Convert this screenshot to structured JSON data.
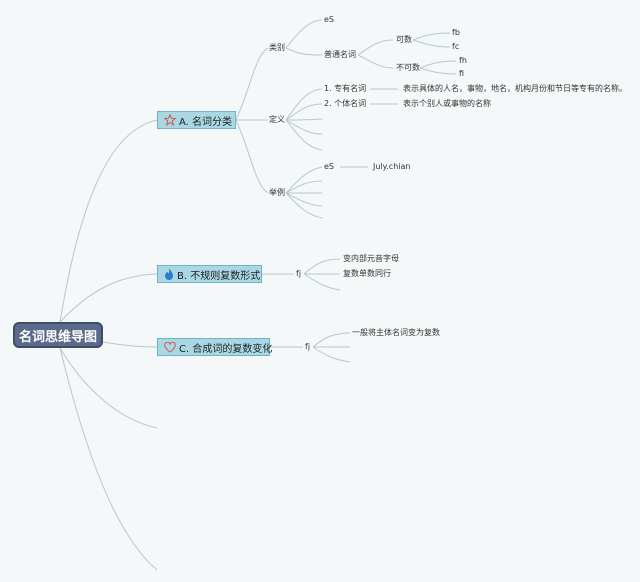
{
  "root": {
    "title": "名词思维导图"
  },
  "branches": [
    {
      "id": "a",
      "label": "A. 名词分类",
      "icon": "star-icon"
    },
    {
      "id": "b",
      "label": "B. 不规则复数形式",
      "icon": "flame-icon"
    },
    {
      "id": "c",
      "label": "C. 合成词的复数变化",
      "icon": "heart-icon"
    }
  ],
  "a": {
    "leibie": "类别",
    "es": "eS",
    "putong": "普通名词",
    "keshu": "可数",
    "fb": "fb",
    "fc": "fc",
    "bukeshu": "不可数",
    "fh": "fh",
    "fi": "fi",
    "dingyi": "定义",
    "zhuanyou": "1. 专有名词",
    "zhuanyou_def": "表示具体的人名，事物，地名，机构月份和节日等专有的名称。",
    "geti": "2. 个体名词",
    "geti_def": "表示个别人或事物的名称",
    "juli": "举例",
    "juli_es": "eS",
    "juli_july": "July.chian"
  },
  "b": {
    "fj": "fj",
    "item1": "变内部元音字母",
    "item2": "复数单数同行"
  },
  "c": {
    "fj": "fj",
    "item1": "一般将主体名词变为复数"
  },
  "colors": {
    "link": "#b7c8c8",
    "root": "#5a6a8a",
    "category_fill": "#a9d8e4",
    "category_border": "#6eb3c7",
    "star": "#d9534f",
    "flame": "#2b7bd1",
    "heart": "#d9534f"
  }
}
